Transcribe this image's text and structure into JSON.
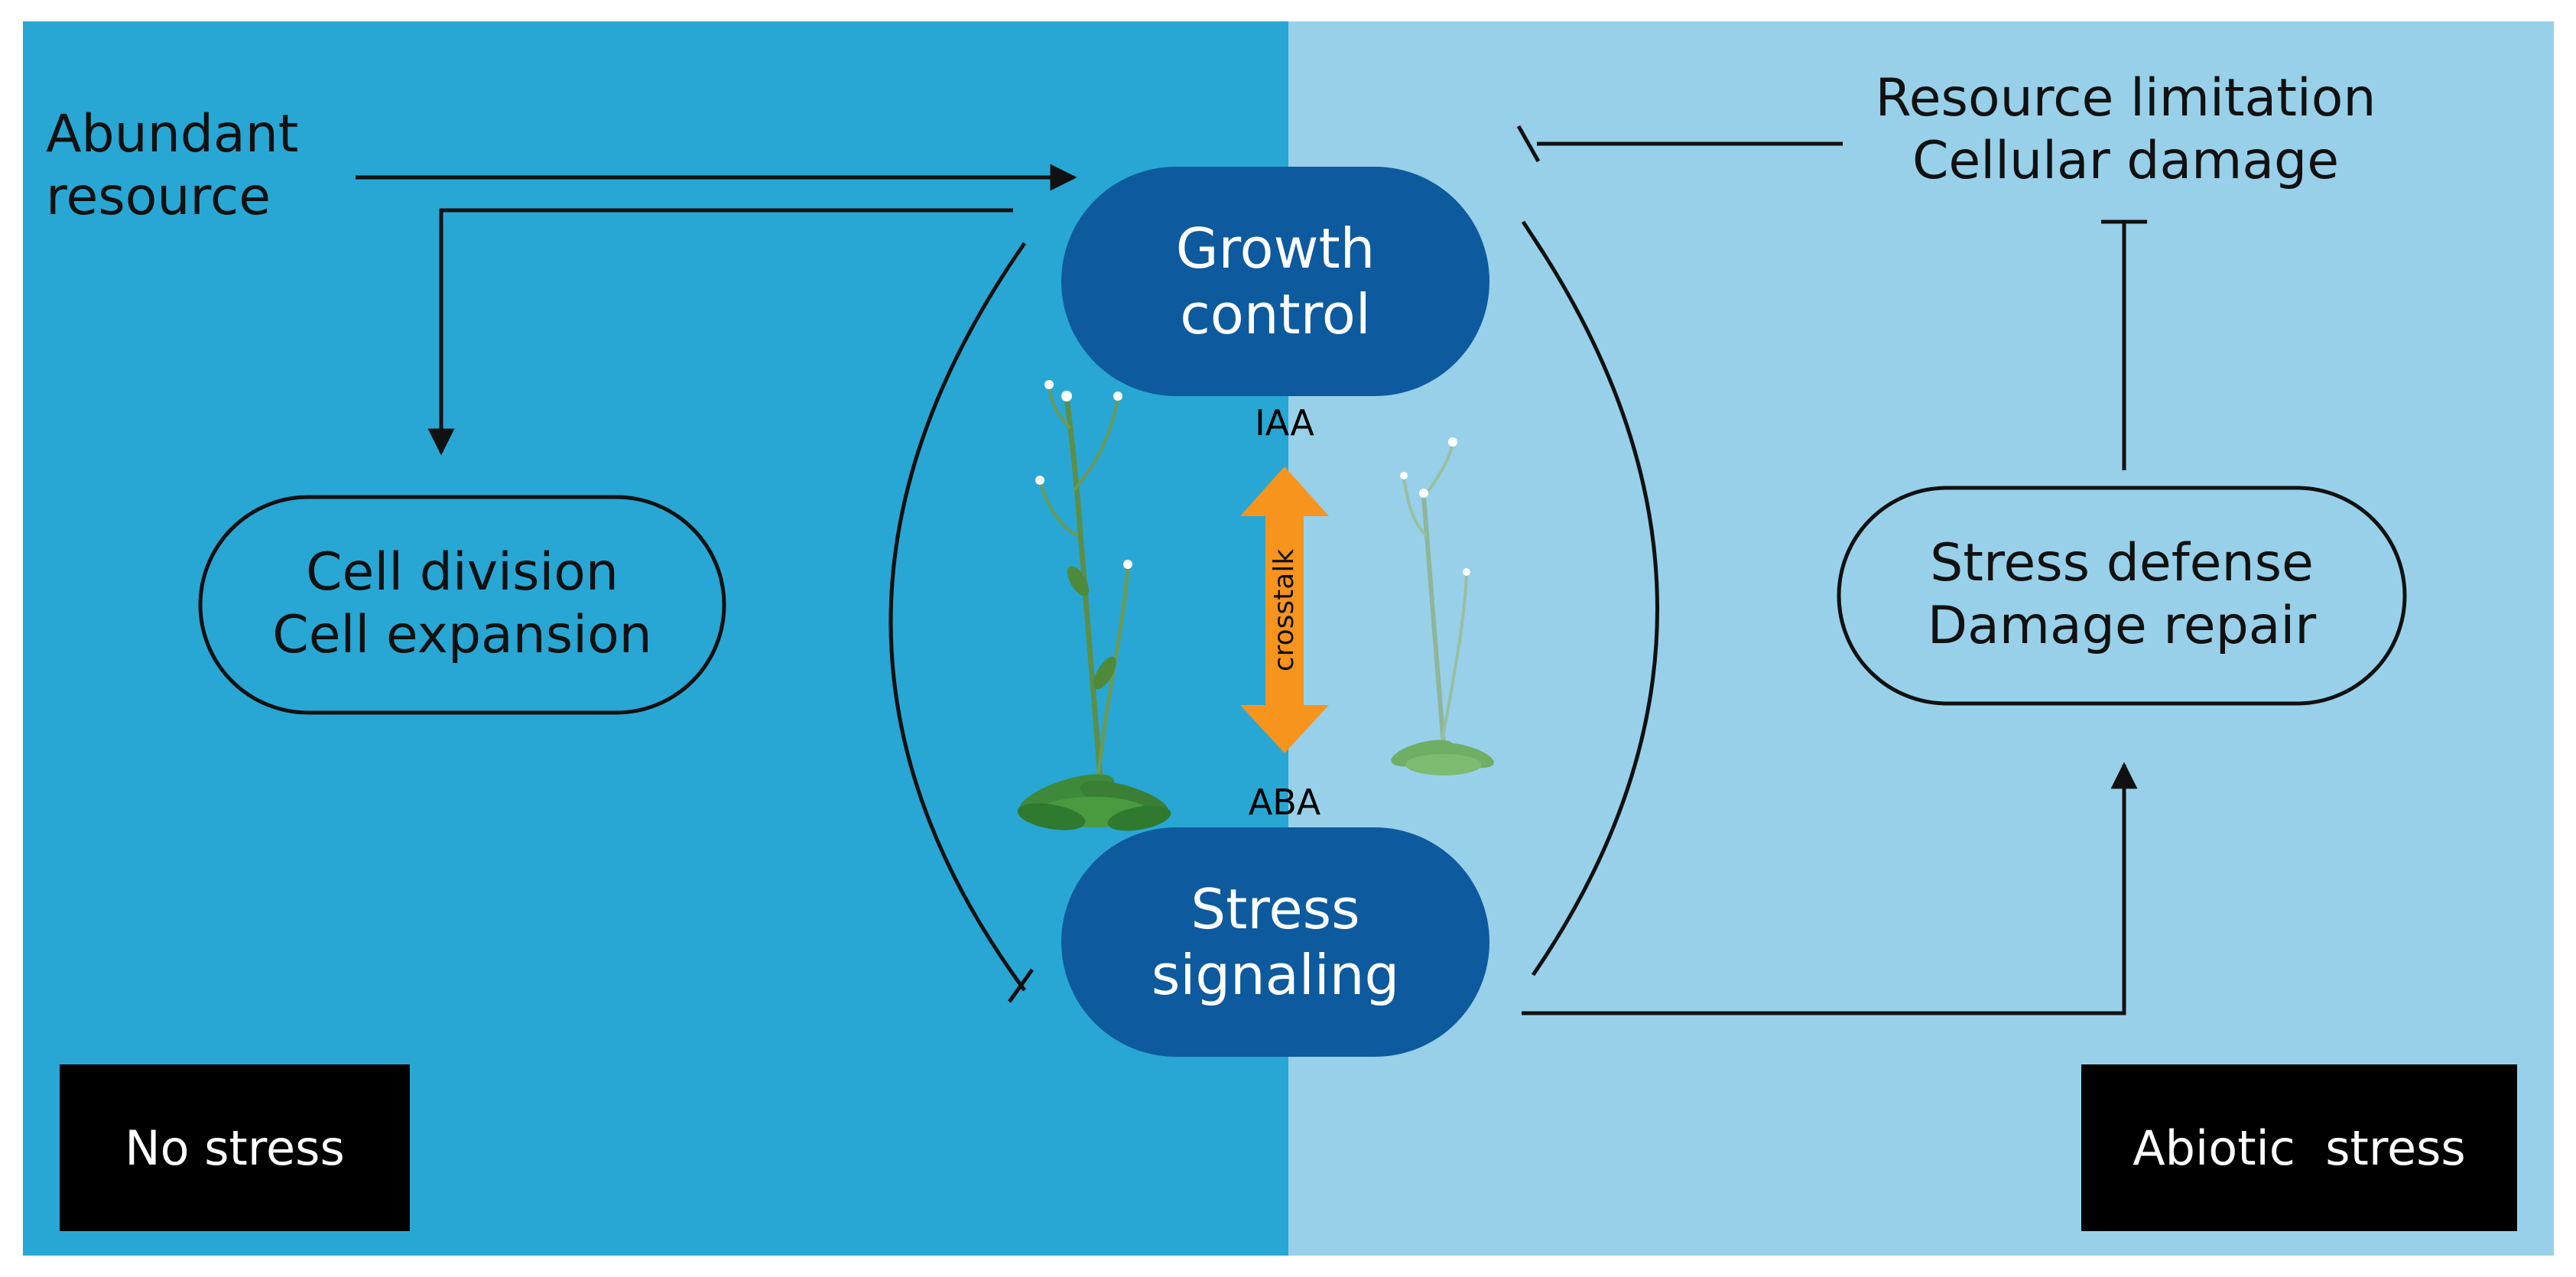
{
  "inputs": {
    "abundant_resource": [
      "Abundant",
      "resource"
    ],
    "stress_inputs": [
      "Resource limitation",
      "Cellular damage"
    ]
  },
  "nodes": {
    "growth_control": [
      "Growth",
      "control"
    ],
    "stress_signaling": [
      "Stress",
      "signaling"
    ],
    "cell_processes": [
      "Cell division",
      "Cell expansion"
    ],
    "stress_processes": [
      "Stress defense",
      "Damage repair"
    ]
  },
  "hormones": {
    "top": "IAA",
    "bottom": "ABA"
  },
  "crosstalk_label": "crosstalk",
  "conditions": {
    "left": "No stress",
    "right": "Abiotic  stress"
  },
  "colors": {
    "left_panel": "#28a7d4",
    "right_panel": "#98d0e9",
    "pill": "#0d5a9e",
    "crosstalk_arrow": "#f7941d",
    "badge": "#000000"
  }
}
